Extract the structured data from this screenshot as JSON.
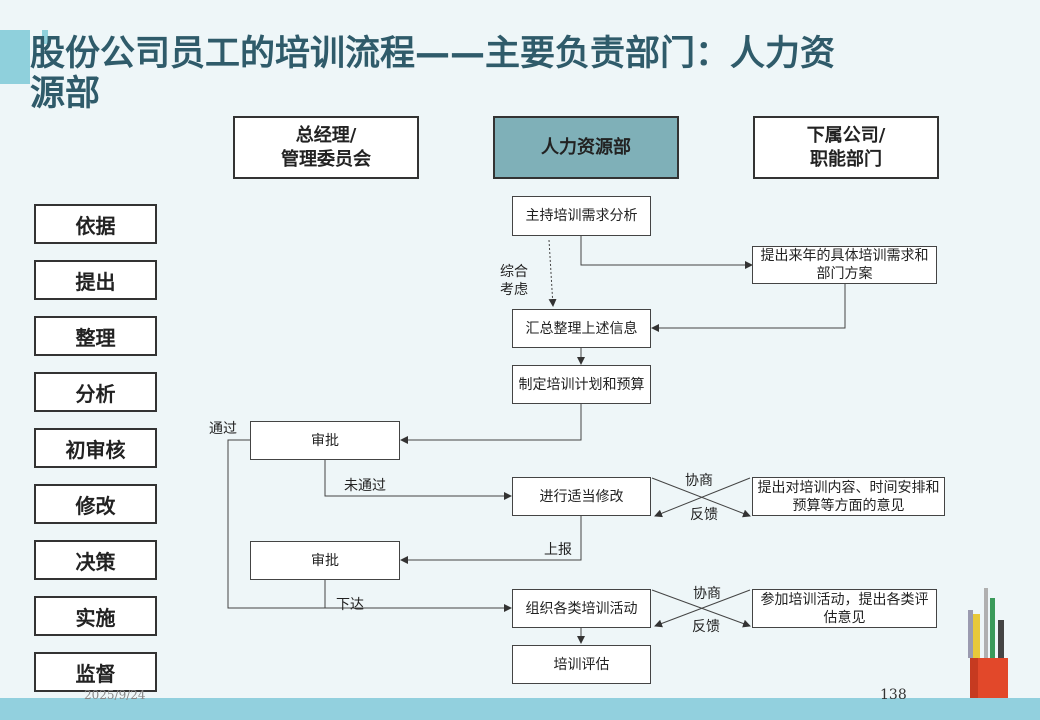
{
  "title": "股份公司员工的培训流程——主要负责部门：人力资源部",
  "columns": {
    "gm": "总经理/\n管理委员会",
    "hr": "人力资源部",
    "sub": "下属公司/\n职能部门"
  },
  "steps": [
    "依据",
    "提出",
    "整理",
    "分析",
    "初审核",
    "修改",
    "决策",
    "实施",
    "监督"
  ],
  "nodes": {
    "needs_analysis": "主持培训需求分析",
    "propose_plan": "提出来年的具体培训需求和部门方案",
    "summarize": "汇总整理上述信息",
    "make_plan": "制定培训计划和预算",
    "approve1": "审批",
    "modify": "进行适当修改",
    "opinions": "提出对培训内容、时间安排和预算等方面的意见",
    "approve2": "审批",
    "organize": "组织各类培训活动",
    "participate": "参加培训活动，提出各类评估意见",
    "evaluate": "培训评估"
  },
  "labels": {
    "consider": "综合\n考虑",
    "pass": "通过",
    "not_pass": "未通过",
    "consult1": "协商",
    "feedback1": "反馈",
    "report": "上报",
    "issue": "下达",
    "consult2": "协商",
    "feedback2": "反馈"
  },
  "footer": {
    "date": "2025/9/24",
    "page": "138"
  },
  "colors": {
    "accent": "#8fd0dc",
    "title": "#2f5b6a",
    "hr_header": "#7fb0b8"
  }
}
